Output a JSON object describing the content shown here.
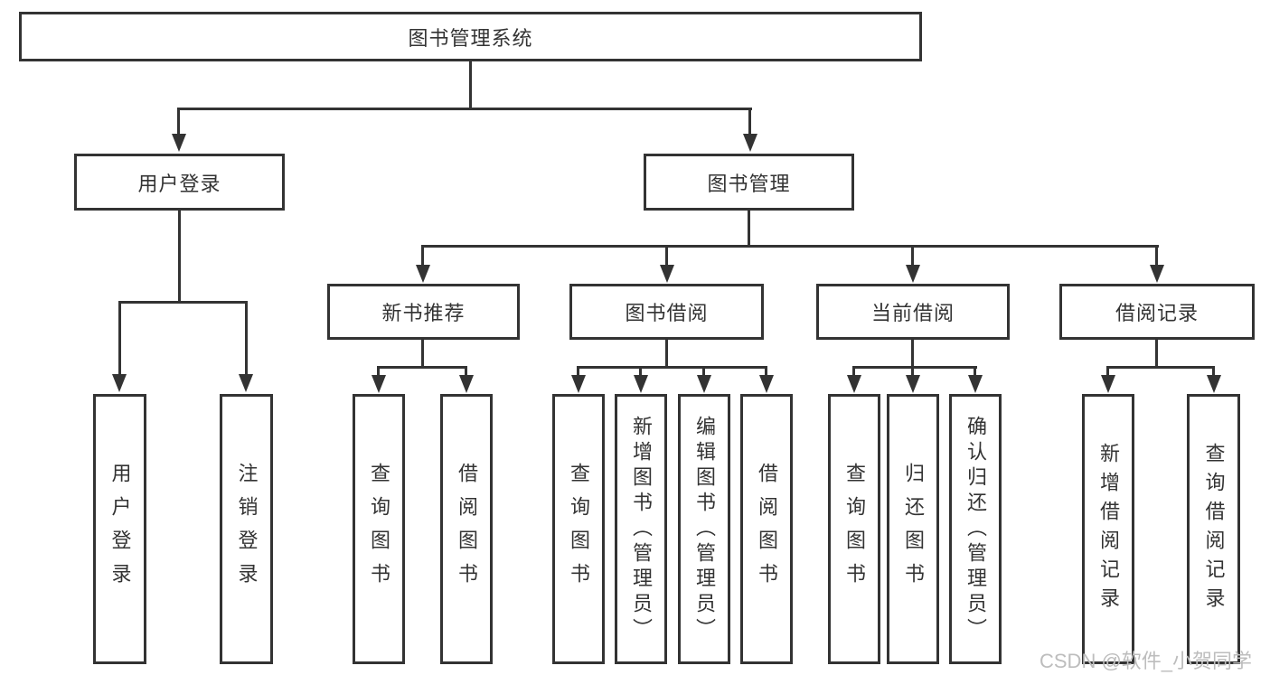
{
  "tree": {
    "label": "图书管理系统",
    "children": [
      {
        "label": "用户登录",
        "children": [
          {
            "label": "用户登录"
          },
          {
            "label": "注销登录"
          }
        ]
      },
      {
        "label": "图书管理",
        "children": [
          {
            "label": "新书推荐",
            "children": [
              {
                "label": "查询图书"
              },
              {
                "label": "借阅图书"
              }
            ]
          },
          {
            "label": "图书借阅",
            "children": [
              {
                "label": "查询图书"
              },
              {
                "label": "新增图书（管理员）"
              },
              {
                "label": "编辑图书（管理员）"
              },
              {
                "label": "借阅图书"
              }
            ]
          },
          {
            "label": "当前借阅",
            "children": [
              {
                "label": "查询图书"
              },
              {
                "label": "归还图书"
              },
              {
                "label": "确认归还（管理员）"
              }
            ]
          },
          {
            "label": "借阅记录",
            "children": [
              {
                "label": "新增借阅记录"
              },
              {
                "label": "查询借阅记录"
              }
            ]
          }
        ]
      }
    ]
  },
  "watermark": {
    "text": "CSDN @软件_小贺同学"
  },
  "colors": {
    "line": "#333333",
    "text": "#333333",
    "watermark": "#bdbdbd",
    "background": "#ffffff"
  }
}
